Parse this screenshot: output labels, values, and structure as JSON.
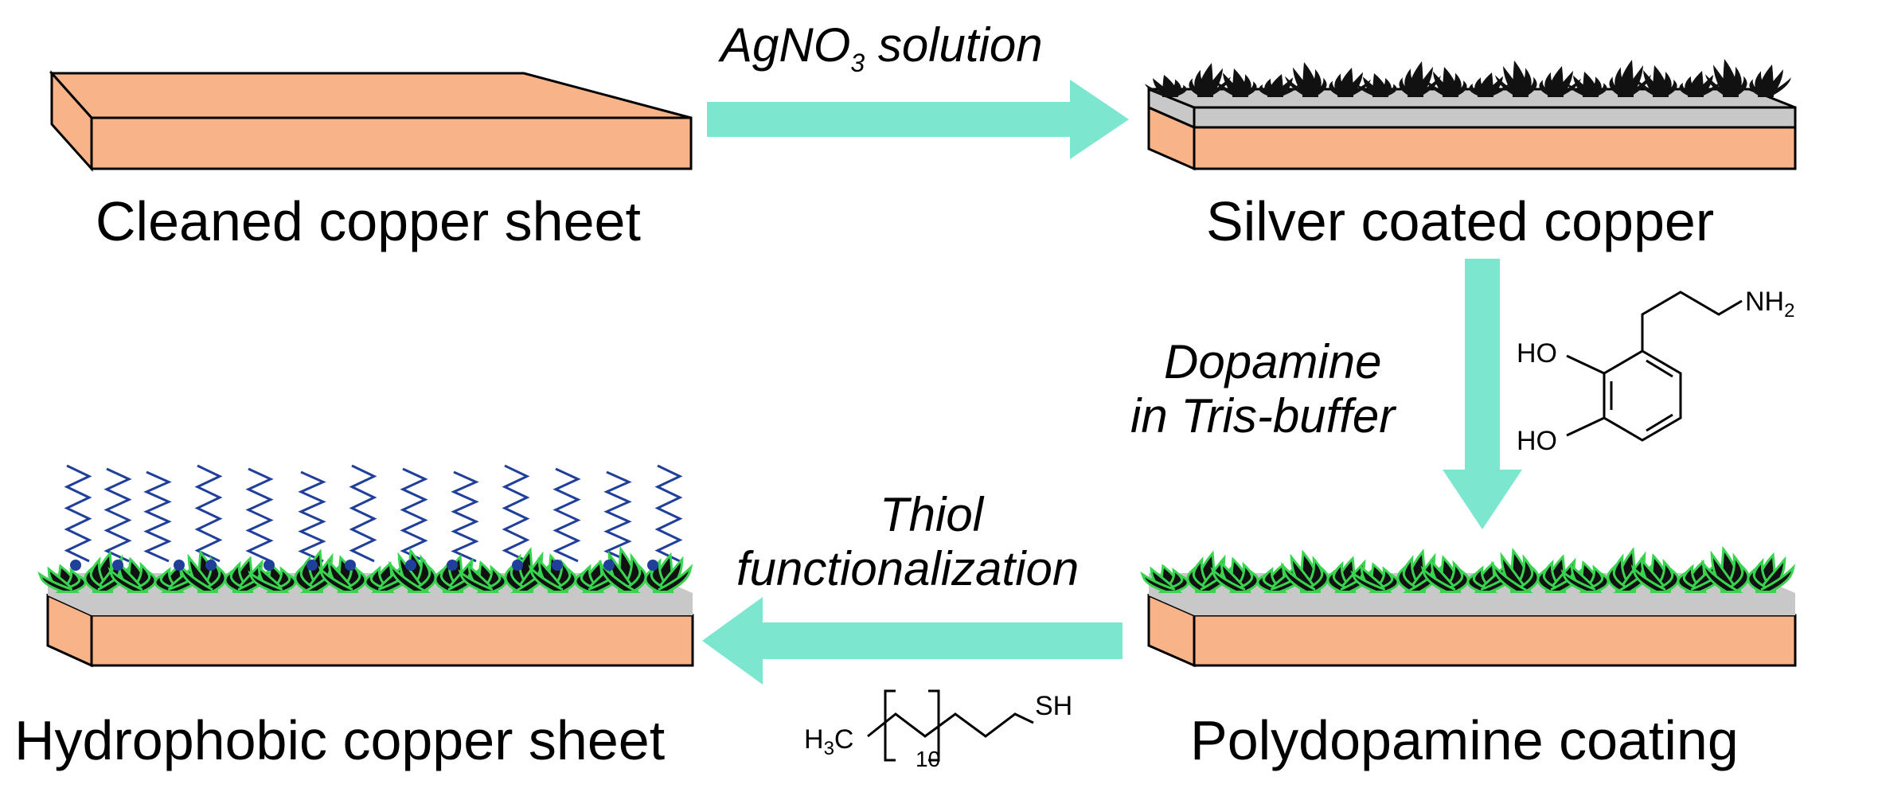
{
  "labels": {
    "cleaned": "Cleaned copper sheet",
    "silver": "Silver coated copper",
    "polydopamine": "Polydopamine coating",
    "hydrophobic": "Hydrophobic copper sheet"
  },
  "steps": {
    "agno3_main": "AgNO",
    "agno3_sub": "3",
    "agno3_rest": " solution",
    "dopamine_line1": "Dopamine",
    "dopamine_line2": "in Tris-buffer",
    "thiol_line1": "Thiol",
    "thiol_line2": "functionalization"
  },
  "dopamine_structure": {
    "oh_top": "HO",
    "oh_bottom": "HO",
    "nh2_main": "NH",
    "nh2_sub": "2"
  },
  "thiol_structure": {
    "sh": "SH",
    "h3c_h": "H",
    "h3c_sub": "3",
    "h3c_c": "C",
    "repeat": "10"
  },
  "colors": {
    "copper": "#f8b488",
    "silver": "#c8c8c8",
    "arrow": "#7de6cf",
    "crystal": "#111111",
    "polydopamine": "#39d44f",
    "alkyl": "#1f3f9a"
  }
}
